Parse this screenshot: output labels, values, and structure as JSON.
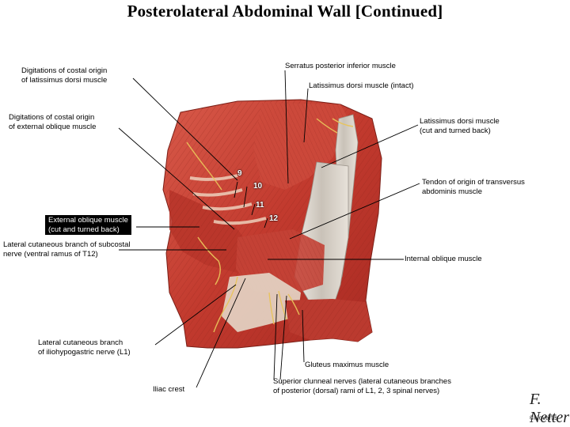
{
  "title": "Posterolateral Abdominal Wall [Continued]",
  "labels": {
    "dig_latissimus": [
      "Digitations of costal origin",
      "of latissimus dorsi muscle"
    ],
    "serratus": "Serratus posterior inferior muscle",
    "latissimus_intact": "Latissimus dorsi muscle (intact)",
    "dig_external": [
      "Digitations of costal origin",
      "of external oblique muscle"
    ],
    "latissimus_cut": [
      "Latissimus dorsi muscle",
      "(cut and turned back)"
    ],
    "tendon_transversus": [
      "Tendon of origin of transversus",
      "abdominis muscle"
    ],
    "external_oblique": [
      "External oblique muscle",
      "(cut and turned back)"
    ],
    "subcostal": [
      "Lateral cutaneous branch of subcostal",
      "nerve (ventral ramus of T12)"
    ],
    "internal_oblique": "Internal oblique muscle",
    "iliohypogastric": [
      "Lateral cutaneous branch",
      "of iliohypogastric nerve (L1)"
    ],
    "gluteus": "Gluteus maximus muscle",
    "iliac_crest": "Iliac crest",
    "cluneal": [
      "Superior clunneal nerves (lateral cutaneous branches",
      "of posterior (dorsal) rami of L1, 2, 3 spinal nerves)"
    ]
  },
  "ribs": [
    "9",
    "10",
    "11",
    "12"
  ],
  "logo": {
    "mark": "F. Netter",
    "sub": "©Novartis"
  },
  "colors": {
    "muscle": "#c9463a",
    "tendon": "#d9d4cc",
    "fat": "#e8c489",
    "leader": "#000000"
  }
}
